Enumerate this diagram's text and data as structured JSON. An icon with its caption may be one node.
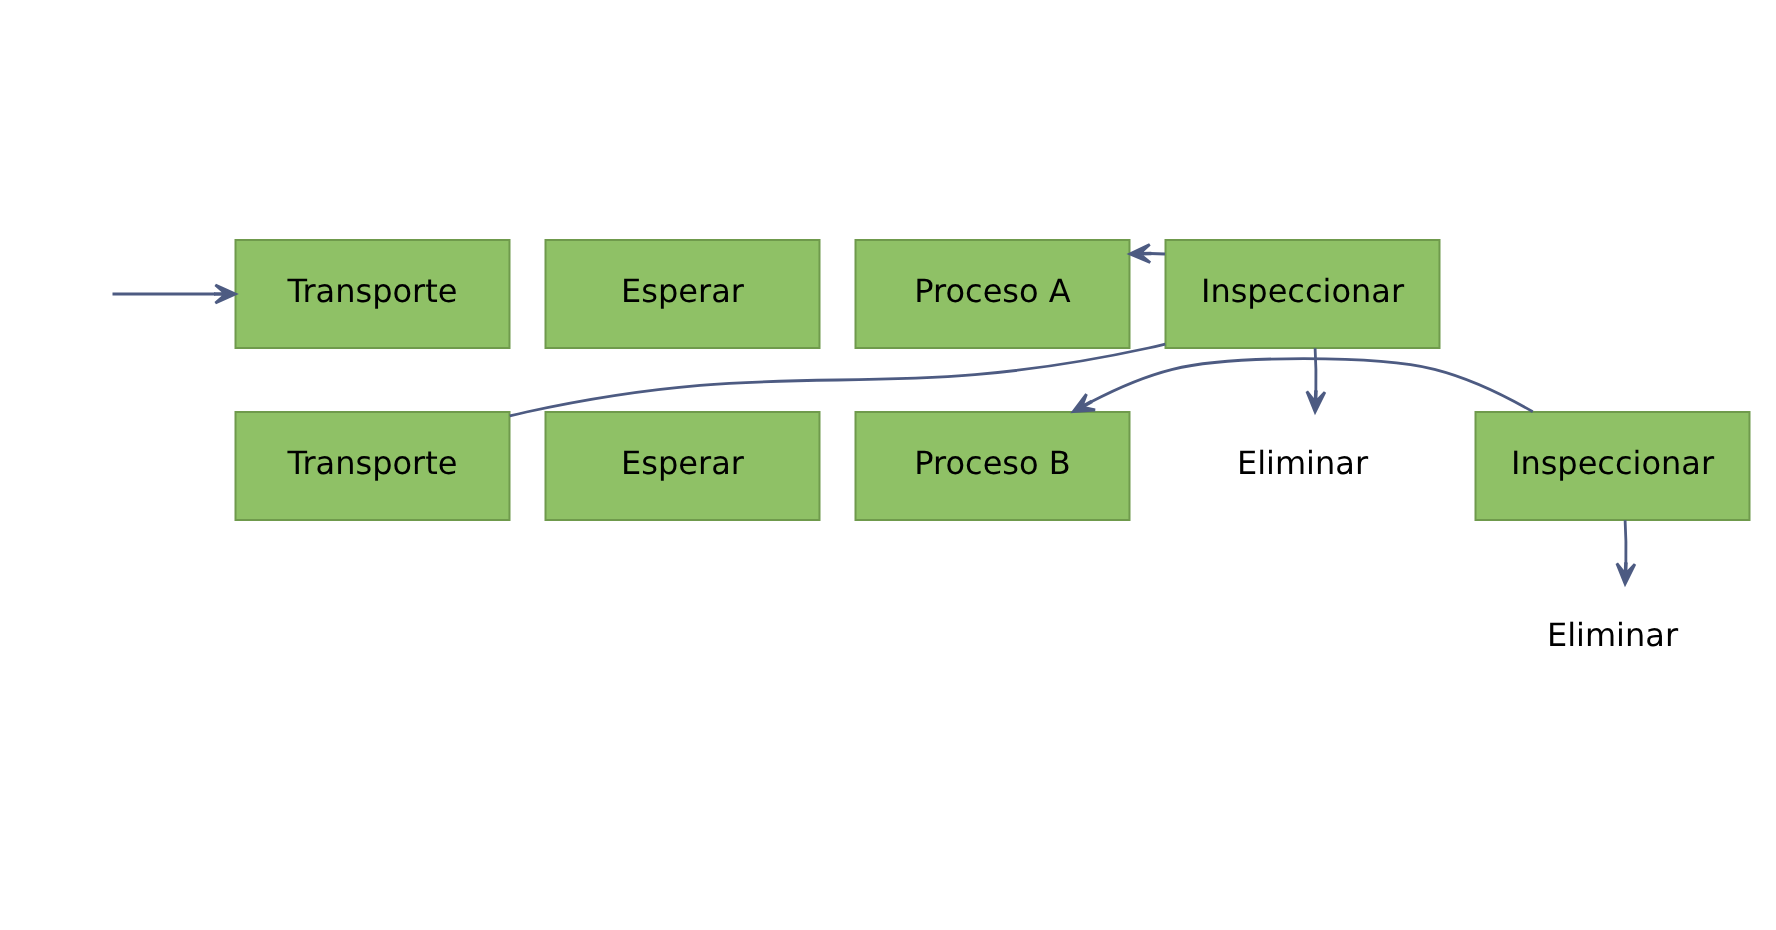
{
  "diagram": {
    "nodes": [
      {
        "text": [
          "Transporte"
        ]
      },
      {
        "text": [
          "Esperar"
        ]
      },
      {
        "text": [
          "Proceso A"
        ]
      },
      {
        "text": [
          "Inspeccionar"
        ]
      },
      {
        "text": [
          "Eliminar"
        ]
      },
      {
        "text": [
          "Transporte"
        ]
      },
      {
        "text": [
          "Esperar"
        ]
      },
      {
        "text": [
          "Proceso B"
        ]
      },
      {
        "text": [
          "Inspeccionar"
        ]
      },
      {
        "text": [
          "Eliminar"
        ]
      }
    ],
    "edges": [
      {
        "from": null,
        "to": 0,
        "arrow": "to"
      },
      {
        "from": 3,
        "to": 2,
        "arrow": "to"
      },
      {
        "from": 3,
        "to": 4,
        "arrow": "to"
      },
      {
        "from": 3,
        "to": 5,
        "arrow": "none"
      },
      {
        "from": 8,
        "to": 7,
        "arrow": "to"
      },
      {
        "from": 8,
        "to": 9,
        "arrow": "to"
      }
    ]
  }
}
